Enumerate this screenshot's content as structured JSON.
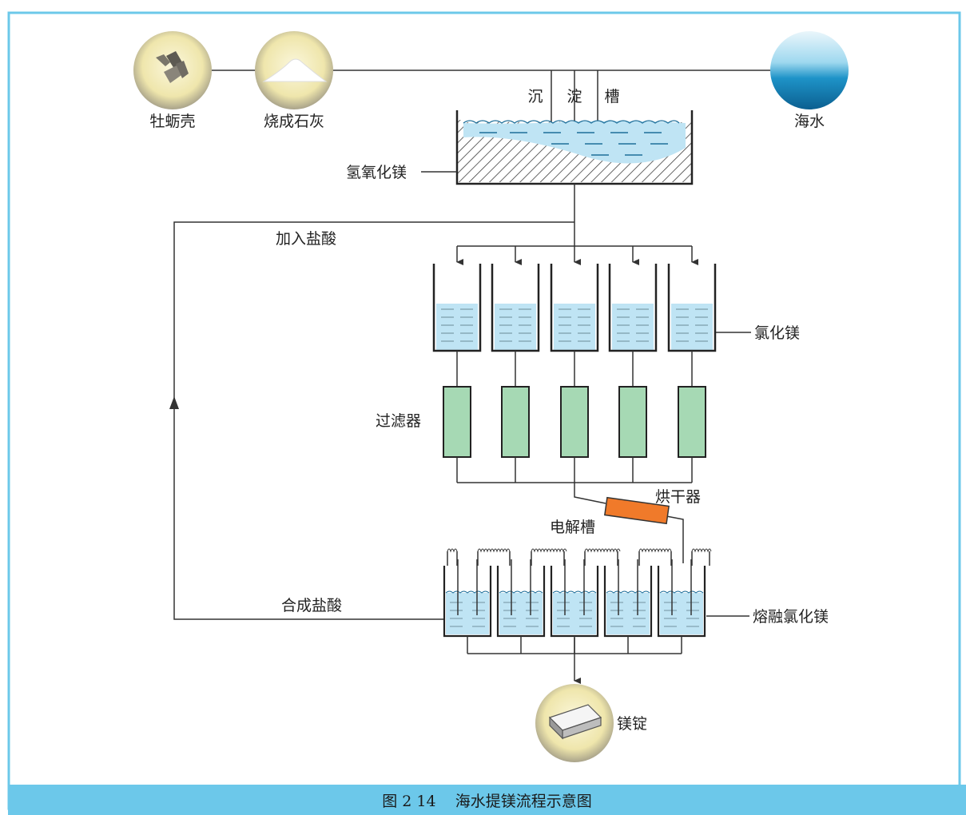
{
  "diagram": {
    "sources": {
      "shells": "牡蛎壳",
      "lime": "烧成石灰",
      "seawater": "海水"
    },
    "settling_tank": {
      "chars": [
        "沉",
        "淀",
        "槽"
      ]
    },
    "mg_hydroxide": "氢氧化镁",
    "add_hcl": "加入盐酸",
    "mg_chloride": "氯化镁",
    "filter": "过滤器",
    "dryer": "烘干器",
    "electrolysis": "电解槽",
    "synth_hcl": "合成盐酸",
    "molten_mgcl2": "熔融氯化镁",
    "ingot": "镁锭"
  },
  "caption": {
    "figure_number": "图 2 14",
    "title": "海水提镁流程示意图"
  },
  "colors": {
    "frame": "#6cc8ea",
    "water": "#bfe4f4",
    "filter_fill": "#a6d9b4",
    "dryer_fill": "#f07a2a",
    "circle_fill": "#f1e9b4",
    "line": "#333333"
  }
}
